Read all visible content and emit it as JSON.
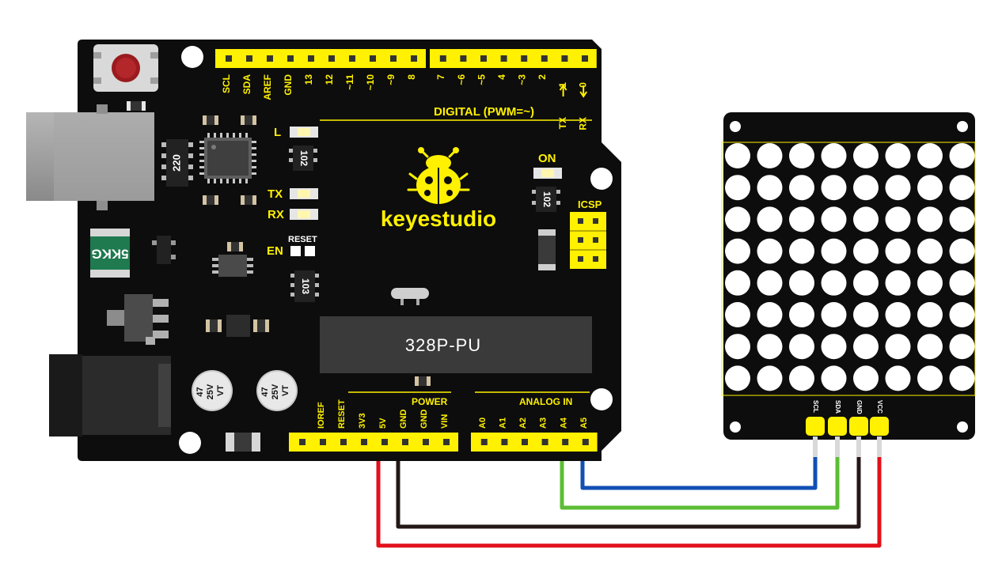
{
  "board": {
    "brand": "keyestudio",
    "chip": "328P-PU",
    "digital_title": "DIGITAL  (PWM=~)",
    "digital_pins": [
      "SCL",
      "SDA",
      "AREF",
      "GND",
      "13",
      "12",
      "~11",
      "~10",
      "~9",
      "8",
      "7",
      "~6",
      "~5",
      "4",
      "~3",
      "2",
      "TX",
      "RX"
    ],
    "digital_arrow_pins": [
      "1",
      "0"
    ],
    "power_title": "POWER",
    "power_pins": [
      "IOREF",
      "RESET",
      "3V3",
      "5V",
      "GND",
      "GND",
      "VIN"
    ],
    "analog_title": "ANALOG  IN",
    "analog_pins": [
      "A0",
      "A1",
      "A2",
      "A3",
      "A4",
      "A5"
    ],
    "led_labels": {
      "l": "L",
      "tx": "TX",
      "rx": "RX",
      "on": "ON",
      "en": "EN",
      "reset": "RESET"
    },
    "icsp": "ICSP",
    "resistor_labels": {
      "r1": "102",
      "r2": "102",
      "r3": "103",
      "r4": "220"
    },
    "fuse": "5KKG",
    "capacitor_lines": [
      "47",
      "25V",
      "VT"
    ]
  },
  "matrix": {
    "rows": 8,
    "cols": 8,
    "pins": [
      "SCL",
      "SDA",
      "GND",
      "VCC"
    ]
  },
  "wires": [
    {
      "from": "5V",
      "to": "VCC",
      "color": "#e3101a"
    },
    {
      "from": "GND",
      "to": "GND",
      "color": "#231815"
    },
    {
      "from": "A4",
      "to": "SDA",
      "color": "#5cbd35"
    },
    {
      "from": "A5",
      "to": "SCL",
      "color": "#114fb5"
    }
  ],
  "colors": {
    "board": "#0d0d0d",
    "header": "#fff100",
    "silk": "#fff100",
    "matrix_body": "#0d0d0d",
    "dot": "#ffffff"
  }
}
